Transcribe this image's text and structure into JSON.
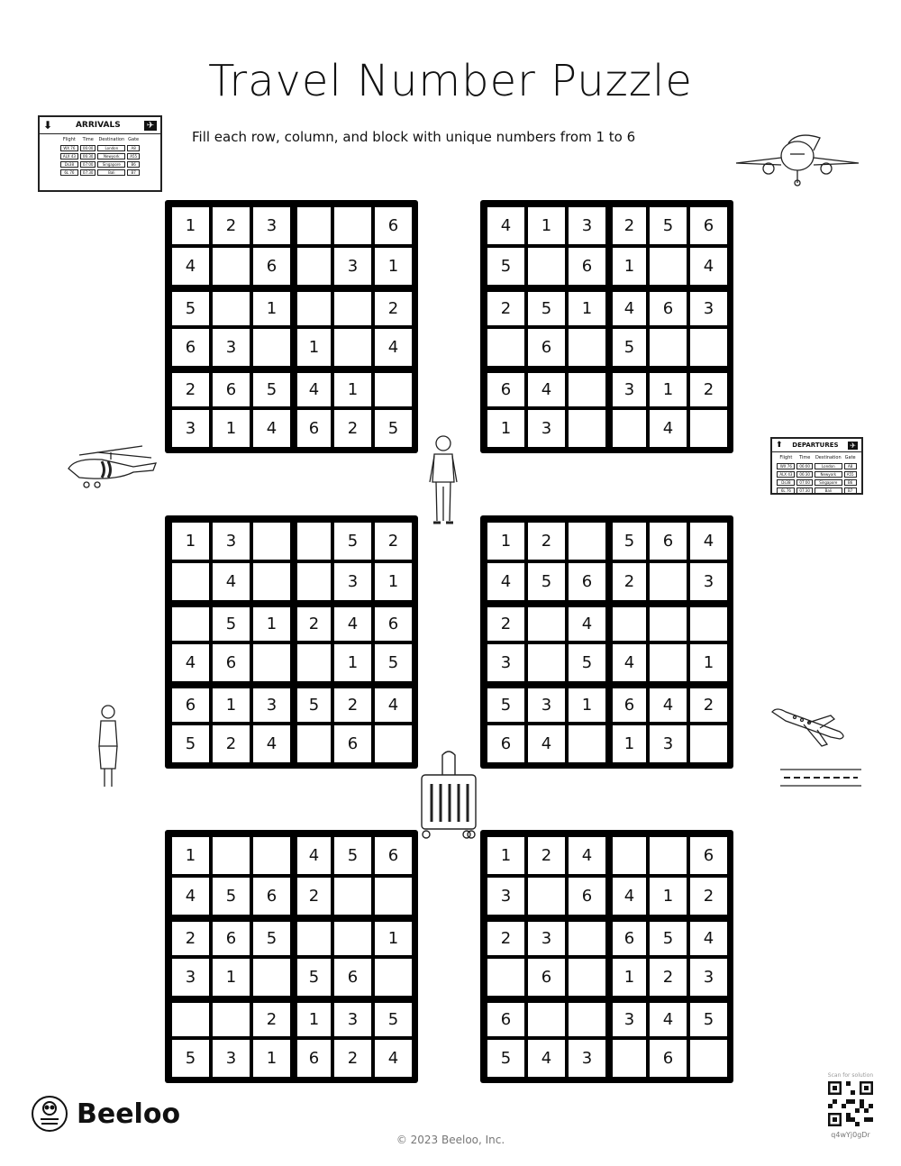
{
  "title": "Travel Number Puzzle",
  "subtitle": "Fill each row, column, and block with unique numbers from 1 to 6",
  "arrivals": {
    "label": "ARRIVALS",
    "headers": [
      "Flight",
      "Time",
      "Destination",
      "Gate"
    ],
    "rows": [
      [
        "WX 76",
        "06:00",
        "London",
        "A8"
      ],
      [
        "ALX 43",
        "06:30",
        "Newyork",
        "A55"
      ],
      [
        "Ds38",
        "07:00",
        "Singapore",
        "B6"
      ],
      [
        "6L 76",
        "07:30",
        "Bali",
        "B7"
      ]
    ]
  },
  "departures": {
    "label": "DEPARTURES",
    "headers": [
      "Flight",
      "Time",
      "Destination",
      "Gate"
    ],
    "rows": [
      [
        "WX 76",
        "06:00",
        "London",
        "A8"
      ],
      [
        "ALX 43",
        "06:30",
        "Newyork",
        "A55"
      ],
      [
        "Ds38",
        "07:00",
        "Singapore",
        "B6"
      ],
      [
        "6L 76",
        "07:30",
        "Bali",
        "B7"
      ]
    ]
  },
  "puzzles": [
    [
      [
        1,
        2,
        3,
        0,
        0,
        6
      ],
      [
        4,
        0,
        6,
        0,
        3,
        1
      ],
      [
        5,
        0,
        1,
        0,
        0,
        2
      ],
      [
        6,
        3,
        0,
        1,
        0,
        4
      ],
      [
        2,
        6,
        5,
        4,
        1,
        0
      ],
      [
        3,
        1,
        4,
        6,
        2,
        5
      ]
    ],
    [
      [
        4,
        1,
        3,
        2,
        5,
        6
      ],
      [
        5,
        0,
        6,
        1,
        0,
        4
      ],
      [
        2,
        5,
        1,
        4,
        6,
        3
      ],
      [
        0,
        6,
        0,
        5,
        0,
        0
      ],
      [
        6,
        4,
        0,
        3,
        1,
        2
      ],
      [
        1,
        3,
        0,
        0,
        4,
        0
      ]
    ],
    [
      [
        1,
        3,
        0,
        0,
        5,
        2
      ],
      [
        0,
        4,
        0,
        0,
        3,
        1
      ],
      [
        0,
        5,
        1,
        2,
        4,
        6
      ],
      [
        4,
        6,
        0,
        0,
        1,
        5
      ],
      [
        6,
        1,
        3,
        5,
        2,
        4
      ],
      [
        5,
        2,
        4,
        0,
        6,
        0
      ]
    ],
    [
      [
        1,
        2,
        0,
        5,
        6,
        4
      ],
      [
        4,
        5,
        6,
        2,
        0,
        3
      ],
      [
        2,
        0,
        4,
        0,
        0,
        0
      ],
      [
        3,
        0,
        5,
        4,
        0,
        1
      ],
      [
        5,
        3,
        1,
        6,
        4,
        2
      ],
      [
        6,
        4,
        0,
        1,
        3,
        0
      ]
    ],
    [
      [
        1,
        0,
        0,
        4,
        5,
        6
      ],
      [
        4,
        5,
        6,
        2,
        0,
        0
      ],
      [
        2,
        6,
        5,
        0,
        0,
        1
      ],
      [
        3,
        1,
        0,
        5,
        6,
        0
      ],
      [
        0,
        0,
        2,
        1,
        3,
        5
      ],
      [
        5,
        3,
        1,
        6,
        2,
        4
      ]
    ],
    [
      [
        1,
        2,
        4,
        0,
        0,
        6
      ],
      [
        3,
        0,
        6,
        4,
        1,
        2
      ],
      [
        2,
        3,
        0,
        6,
        5,
        4
      ],
      [
        0,
        6,
        0,
        1,
        2,
        3
      ],
      [
        6,
        0,
        0,
        3,
        4,
        5
      ],
      [
        5,
        4,
        3,
        0,
        6,
        0
      ]
    ]
  ],
  "brand": "Beeloo",
  "qr": {
    "caption": "Scan for solution",
    "code": "q4wYj0gDr"
  },
  "copyright": "© 2023 Beeloo, Inc."
}
